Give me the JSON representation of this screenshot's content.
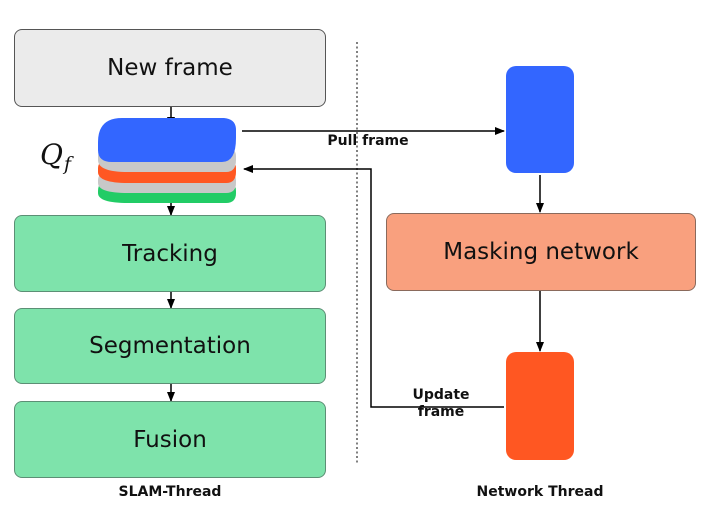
{
  "nodes": {
    "new_frame": "New frame",
    "tracking": "Tracking",
    "segmentation": "Segmentation",
    "fusion": "Fusion",
    "masking_network": "Masking network"
  },
  "queue": {
    "symbol": "Q",
    "subscript": "f"
  },
  "edges": {
    "pull_frame": "Pull frame",
    "update_frame_line1": "Update",
    "update_frame_line2": "frame"
  },
  "threads": {
    "slam": "SLAM-Thread",
    "network": "Network Thread"
  },
  "colors": {
    "grey_box": "#ebebeb",
    "green_box": "#7ee3ab",
    "salmon_box": "#f9a07e",
    "blue_frame": "#3366ff",
    "orange_frame": "#ff5722",
    "green_frame": "#22cc66",
    "grey_frame": "#c8c8c8"
  }
}
